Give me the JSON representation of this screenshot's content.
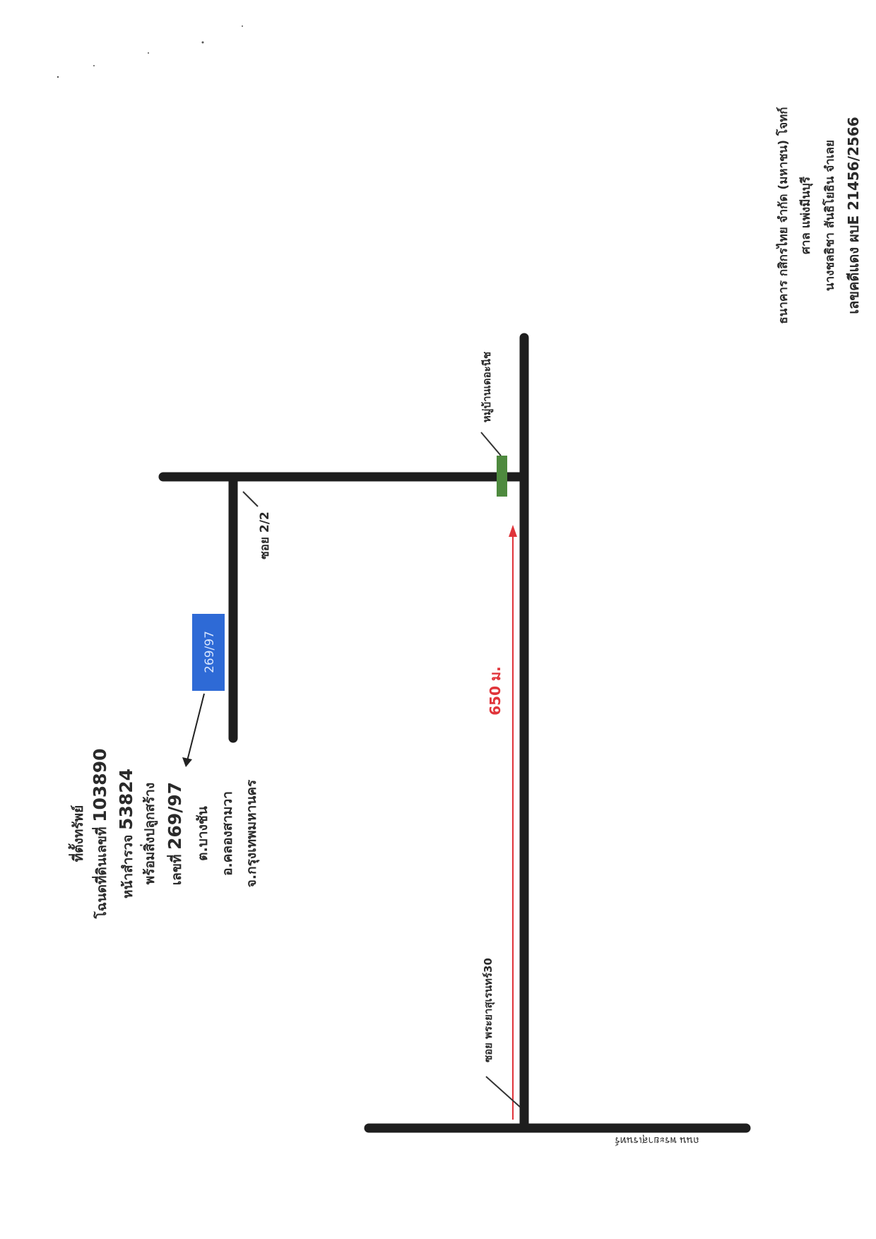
{
  "case_header": {
    "line1": "ธนาคาร กสิกรไทย จำกัด (มหาชน) โจทก์",
    "line2": "ศาล แพ่งมีนบุรี",
    "line3": "นางชลธิชา  สันธิโยธิน จำเลย",
    "line4": "เลขคดีแดง ผบE 21456/2566"
  },
  "property_box": {
    "title": "ที่ตั้งทรัพย์",
    "deed_label": "โฉนดที่ดินเลขที่",
    "deed_number": "103890",
    "survey_label": "หน้าสำรวจ",
    "survey_number": "53824",
    "building_line": "พร้อมสิ่งปลูกสร้าง",
    "house_label": "เลขที่",
    "house_number": "269/97",
    "subdistrict": "ต.บางชัน",
    "district": "อ.คลองสามวา",
    "province": "จ.กรุงเทพมหานคร"
  },
  "map_labels": {
    "main_road": "ถนน พระยาสุเรนทร์",
    "main_soi": "ซอย พระยาสุเรนทร์30",
    "branch_soi": "ซอย 2/2",
    "village": "หมู่บ้านเดอะนีช",
    "distance": "650 ม.",
    "plot": "269/97"
  },
  "colors": {
    "road": "#1e1e1e",
    "plot": "#2e6ad6",
    "village_marker": "#4e8a3e",
    "distance_arrow": "#e0343a"
  },
  "icons": {
    "distance_arrow": "arrow-up-icon",
    "pointer": "arrow-down-left-icon"
  }
}
